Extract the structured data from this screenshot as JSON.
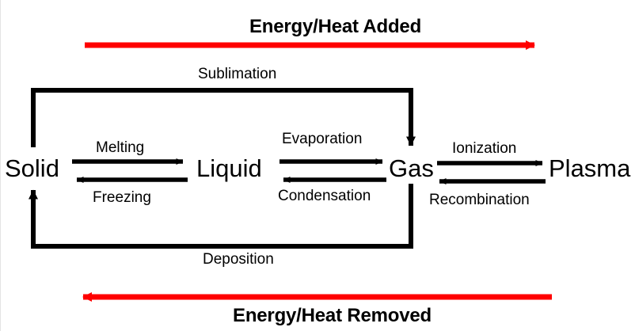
{
  "diagram": {
    "type": "state-change-flow",
    "title_top": "Energy/Heat Added",
    "title_bottom": "Energy/Heat Removed",
    "accent_color": "#FF0000",
    "line_color": "#000000",
    "background": "#FFFFFF",
    "states": [
      {
        "id": "solid",
        "label": "Solid"
      },
      {
        "id": "liquid",
        "label": "Liquid"
      },
      {
        "id": "gas",
        "label": "Gas"
      },
      {
        "id": "plasma",
        "label": "Plasma"
      }
    ],
    "transitions": [
      {
        "id": "sublimation",
        "label": "Sublimation",
        "from": "solid",
        "to": "gas",
        "direction": "forward"
      },
      {
        "id": "melting",
        "label": "Melting",
        "from": "solid",
        "to": "liquid",
        "direction": "forward"
      },
      {
        "id": "freezing",
        "label": "Freezing",
        "from": "liquid",
        "to": "solid",
        "direction": "reverse"
      },
      {
        "id": "evaporation",
        "label": "Evaporation",
        "from": "liquid",
        "to": "gas",
        "direction": "forward"
      },
      {
        "id": "condensation",
        "label": "Condensation",
        "from": "gas",
        "to": "liquid",
        "direction": "reverse"
      },
      {
        "id": "ionization",
        "label": "Ionization",
        "from": "gas",
        "to": "plasma",
        "direction": "forward"
      },
      {
        "id": "recombination",
        "label": "Recombination",
        "from": "plasma",
        "to": "gas",
        "direction": "reverse"
      },
      {
        "id": "deposition",
        "label": "Deposition",
        "from": "gas",
        "to": "solid",
        "direction": "reverse"
      }
    ],
    "energy_arrows": [
      {
        "id": "energy-added",
        "label": "Energy/Heat Added",
        "direction": "right"
      },
      {
        "id": "energy-removed",
        "label": "Energy/Heat Removed",
        "direction": "left"
      }
    ]
  }
}
